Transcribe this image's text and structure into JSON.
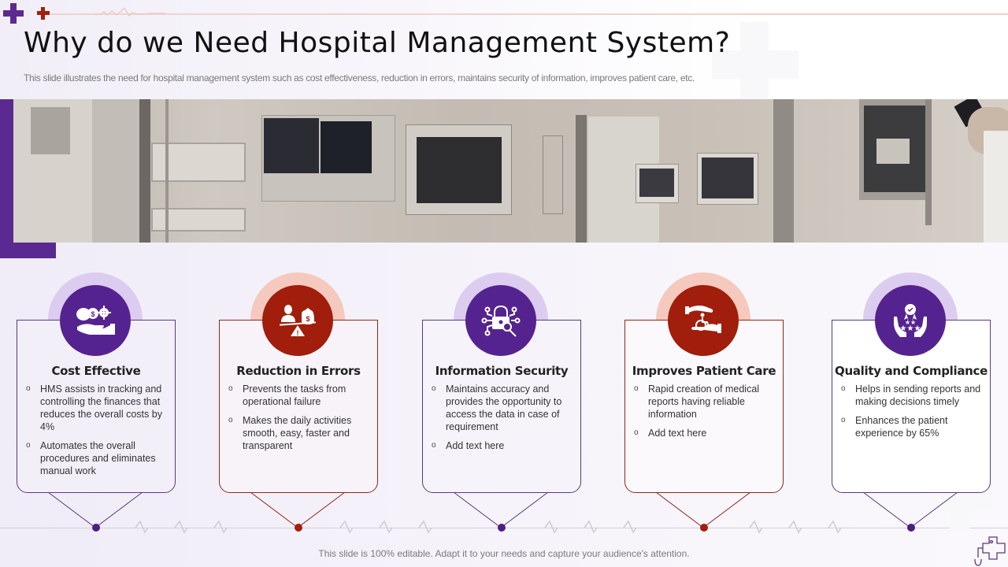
{
  "header": {
    "title": "Why do we Need Hospital Management System?",
    "subtitle": "This slide illustrates the need for hospital management system such as cost effectiveness, reduction in errors, maintains security of information, improves patient care, etc."
  },
  "colors": {
    "purple": "#5b2a91",
    "purple_light": "#d9c9ef",
    "red": "#a31f0c",
    "red_light": "#f4c6ba",
    "purple_border": "#5b3a7a",
    "red_border": "#8a2a1a"
  },
  "banner_image": {
    "description": "hospital operating room equipment photo"
  },
  "cards": [
    {
      "title": "Cost Effective",
      "icon": "money-gear-hand-icon",
      "theme": "purple",
      "bullets": [
        "HMS assists in tracking and controlling the finances that reduces the overall  costs by 4%",
        "Automates the overall procedures and eliminates manual work"
      ]
    },
    {
      "title": "Reduction in Errors",
      "icon": "balance-scale-warning-icon",
      "theme": "red",
      "bullets": [
        "Prevents the tasks from operational failure",
        "Makes the daily activities smooth, easy, faster and transparent"
      ]
    },
    {
      "title": "Information Security",
      "icon": "padlock-network-icon",
      "theme": "purple",
      "bullets": [
        "Maintains accuracy and provides the opportunity to access the data in case of requirement",
        "Add text here"
      ]
    },
    {
      "title": "Improves Patient Care",
      "icon": "hands-wheelchair-icon",
      "theme": "red",
      "bullets": [
        "Rapid creation of medical reports having reliable information",
        "Add text here"
      ]
    },
    {
      "title": "Quality and Compliance",
      "icon": "hands-award-stars-icon",
      "theme": "purple",
      "bullets": [
        "Helps in sending reports and making decisions timely",
        "Enhances the patient experience by 65%"
      ]
    }
  ],
  "footer": {
    "text": "This slide is 100% editable. Adapt it to your needs and capture your audience's attention."
  }
}
